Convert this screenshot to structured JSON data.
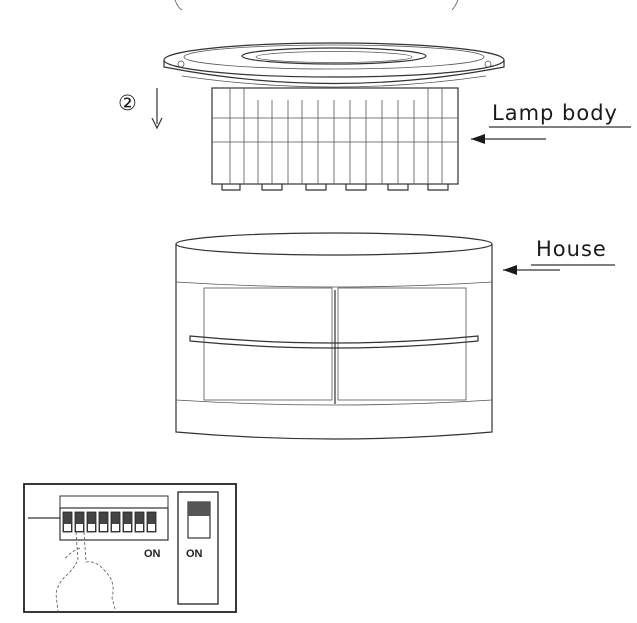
{
  "labels": {
    "step": "②",
    "lamp_body": "Lamp body",
    "house": "House"
  },
  "switch_panel": {
    "dip_on": "ON",
    "toggle_on": "ON"
  }
}
